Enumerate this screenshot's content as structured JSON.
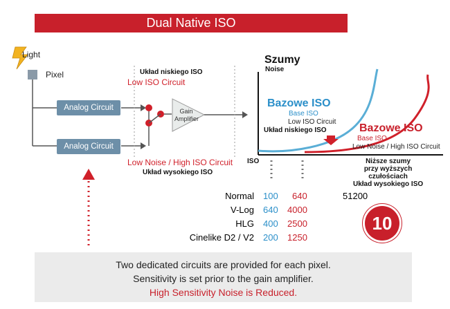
{
  "title": "Dual Native ISO",
  "light_label": "Light",
  "pixel_label": "Pixel",
  "analog_circuit_top": "Analog Circuit",
  "analog_circuit_bottom": "Analog Circuit",
  "low_iso_pl": "Układ niskiego ISO",
  "low_iso_en": "Low ISO Circuit",
  "high_iso_en": "Low Noise / High ISO Circuit",
  "high_iso_pl": "Układ wysokiego ISO",
  "amp_label_1": "Gain",
  "amp_label_2": "Amplifier",
  "chart": {
    "y_title": "Szumy",
    "y_sub": "Noise",
    "x_label": "ISO",
    "blue_big": "Bazowe ISO",
    "blue_small_1": "Base ISO",
    "blue_small_2": "Low ISO Circuit",
    "blue_small_3": "Układ niskiego ISO",
    "red_big": "Bazowe ISO",
    "red_small_1": "Base ISO",
    "red_small_2": "Low Noise / High ISO Circuit",
    "note_1": "Niższe szumy",
    "note_2": "przy wyższych",
    "note_3": "czułościach",
    "note_4": "Układ wysokiego ISO",
    "blue_color": "#2b8fc9",
    "red_color": "#d0202a"
  },
  "iso_rows": [
    {
      "mode": "Normal",
      "low": "100",
      "high": "640",
      "max": "51200"
    },
    {
      "mode": "V-Log",
      "low": "640",
      "high": "4000"
    },
    {
      "mode": "HLG",
      "low": "400",
      "high": "2500"
    },
    {
      "mode": "Cinelike D2 / V2",
      "low": "200",
      "high": "1250"
    }
  ],
  "badge": "10",
  "info": {
    "line1": "Two dedicated circuits are provided for each pixel.",
    "line2": "Sensitivity is set prior to the gain amplifier.",
    "line3": "High Sensitivity Noise is Reduced."
  }
}
